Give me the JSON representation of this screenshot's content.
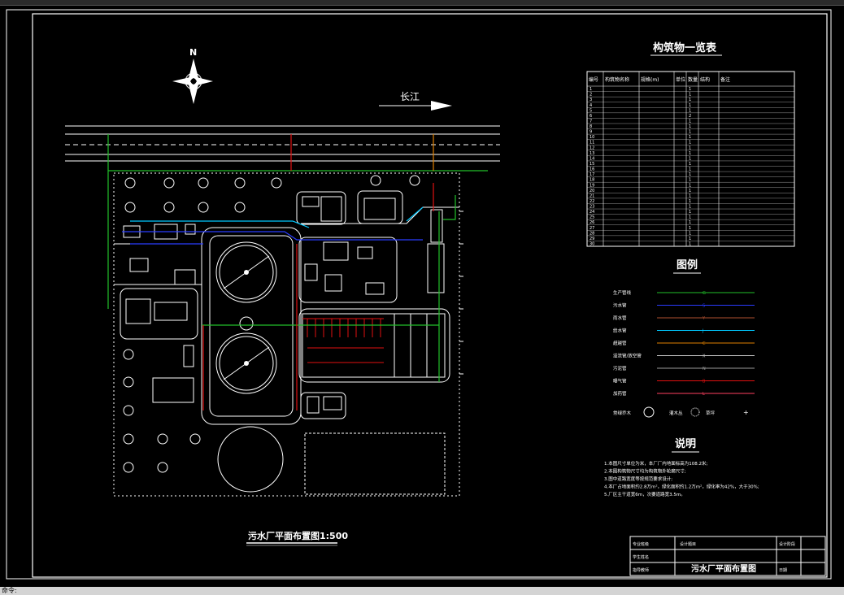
{
  "window": {
    "status_text": "命令:"
  },
  "compass": {
    "north_label": "N"
  },
  "river": {
    "label": "长江"
  },
  "main_title": "污水厂平面布置图1:500",
  "structures_table": {
    "title": "构筑物一览表",
    "headers": [
      "编号",
      "构筑物名称",
      "规格(m)",
      "单位",
      "数量",
      "结构",
      "备注"
    ],
    "rows": [
      [
        "1",
        "",
        "",
        "",
        "1",
        "",
        ""
      ],
      [
        "2",
        "",
        "",
        "",
        "1",
        "",
        ""
      ],
      [
        "3",
        "",
        "",
        "",
        "1",
        "",
        ""
      ],
      [
        "4",
        "",
        "",
        "",
        "1",
        "",
        ""
      ],
      [
        "5",
        "",
        "",
        "",
        "1",
        "",
        ""
      ],
      [
        "6",
        "",
        "",
        "",
        "2",
        "",
        ""
      ],
      [
        "7",
        "",
        "",
        "",
        "1",
        "",
        ""
      ],
      [
        "8",
        "",
        "",
        "",
        "1",
        "",
        ""
      ],
      [
        "9",
        "",
        "",
        "",
        "1",
        "",
        ""
      ],
      [
        "10",
        "",
        "",
        "",
        "1",
        "",
        ""
      ],
      [
        "11",
        "",
        "",
        "",
        "1",
        "",
        ""
      ],
      [
        "12",
        "",
        "",
        "",
        "1",
        "",
        ""
      ],
      [
        "13",
        "",
        "",
        "",
        "1",
        "",
        ""
      ],
      [
        "14",
        "",
        "",
        "",
        "1",
        "",
        ""
      ],
      [
        "15",
        "",
        "",
        "",
        "1",
        "",
        ""
      ],
      [
        "16",
        "",
        "",
        "",
        "1",
        "",
        ""
      ],
      [
        "17",
        "",
        "",
        "",
        "1",
        "",
        ""
      ],
      [
        "18",
        "",
        "",
        "",
        "1",
        "",
        ""
      ],
      [
        "19",
        "",
        "",
        "",
        "1",
        "",
        ""
      ],
      [
        "20",
        "",
        "",
        "",
        "1",
        "",
        ""
      ],
      [
        "21",
        "",
        "",
        "",
        "1",
        "",
        ""
      ],
      [
        "22",
        "",
        "",
        "",
        "1",
        "",
        ""
      ],
      [
        "23",
        "",
        "",
        "",
        "1",
        "",
        ""
      ],
      [
        "24",
        "",
        "",
        "",
        "1",
        "",
        ""
      ],
      [
        "25",
        "",
        "",
        "",
        "1",
        "",
        ""
      ],
      [
        "26",
        "",
        "",
        "",
        "1",
        "",
        ""
      ],
      [
        "27",
        "",
        "",
        "",
        "1",
        "",
        ""
      ],
      [
        "28",
        "",
        "",
        "",
        "1",
        "",
        ""
      ],
      [
        "29",
        "",
        "",
        "",
        "1",
        "",
        ""
      ],
      [
        "30",
        "",
        "",
        "",
        "1",
        "",
        ""
      ]
    ]
  },
  "legend": {
    "title": "图例",
    "items": [
      {
        "label": "生产管线",
        "symbol": "G",
        "color": "#22c02a"
      },
      {
        "label": "污水管",
        "symbol": "S",
        "color": "#2a3cff"
      },
      {
        "label": "雨水管",
        "symbol": "Y",
        "color": "#b05030"
      },
      {
        "label": "给水管",
        "symbol": "J",
        "color": "#00c8ff"
      },
      {
        "label": "超越管",
        "symbol": "C",
        "color": "#e08000"
      },
      {
        "label": "溢流管/放空管",
        "symbol": "X",
        "color": "#c0c0c0"
      },
      {
        "label": "污泥管",
        "symbol": "N",
        "color": "#9a9a9a"
      },
      {
        "label": "曝气管",
        "symbol": "B",
        "color": "#e01010"
      },
      {
        "label": "加药管",
        "symbol": "L",
        "color": "#ff4060"
      }
    ],
    "plants": [
      {
        "label": "常绿乔木"
      },
      {
        "label": "灌木丛"
      },
      {
        "label": "草坪"
      }
    ]
  },
  "notes": {
    "title": "说明",
    "lines": [
      "1.本图尺寸单位为米，本厂厂内地面标高为108.2米;",
      "2.本图构筑物尺寸均为构筑物外轮廓尺寸;",
      "3.图中道路宽度等按规范要求设计;",
      "4.本厂占地面积约2.8万m²，绿化面积约1.2万m²，绿化率为42%，大于30%;",
      "5.厂区主干道宽6m，次要道路宽3.5m。"
    ]
  },
  "title_block": {
    "drawing_name": "污水厂平面布置图",
    "cells": [
      "专业班级",
      "设计题目",
      "学生姓名",
      "指导教师",
      "设计阶段",
      "日期"
    ]
  },
  "colors": {
    "background": "#000000",
    "production_line": "#22c02a",
    "sewage_line": "#2a3cff",
    "water_supply": "#00c8ff",
    "aeration": "#e01010",
    "outline": "#ffffff"
  }
}
